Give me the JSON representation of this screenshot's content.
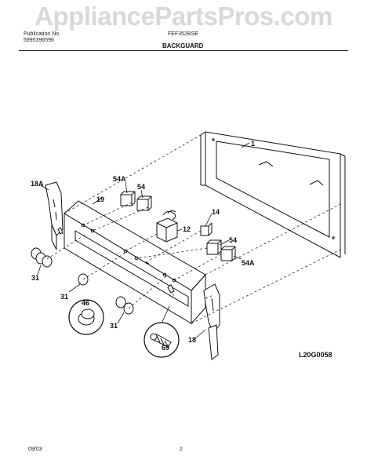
{
  "watermark": "AppliancePartsPros.com",
  "header": {
    "publication_label": "Publication No.",
    "publication_no": "5995396596",
    "model": "FEF352BSE",
    "section_title": "BACKGUARD"
  },
  "parts": {
    "p1": "1",
    "p18a": "18A",
    "p19": "19",
    "p54a_top": "54A",
    "p54_top": "54",
    "p14": "14",
    "p12": "12",
    "p54_right": "54",
    "p54a_right": "54A",
    "p31_left": "31",
    "p31_mid": "31",
    "p46": "46",
    "p31_bottom": "31",
    "p69": "69",
    "p18": "18"
  },
  "diagram_code": "L20G0058",
  "footer": {
    "date": "09/03",
    "page": "2"
  }
}
